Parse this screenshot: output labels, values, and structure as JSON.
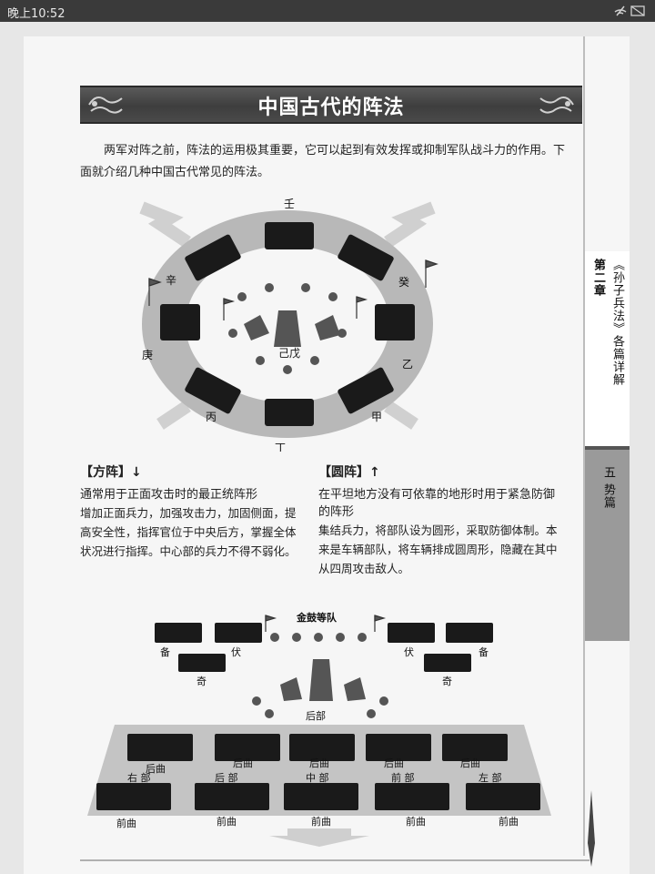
{
  "status_bar": {
    "time": "晚上10:52",
    "icons": [
      "no-signal-icon"
    ]
  },
  "page": {
    "title": "中国古代的阵法",
    "intro": "两军对阵之前，阵法的运用极其重要，它可以起到有效发挥或抑制军队战斗力的作用。下面就介绍几种中国古代常见的阵法。"
  },
  "side_tab": {
    "chapter": "第二章",
    "book": "《孙子兵法》各篇详解",
    "section": "五 势篇"
  },
  "circle_formation": {
    "labels": {
      "ren": "壬",
      "gui": "癸",
      "yi": "乙",
      "jia": "甲",
      "ding": "丁",
      "bing": "丙",
      "geng": "庚",
      "xin": "辛",
      "center": "己戊"
    }
  },
  "square_formation": {
    "heading": "【方阵】↓",
    "subtitle": "通常用于正面攻击时的最正统阵形",
    "body": "增加正面兵力，加强攻击力，加固侧面，提高安全性，指挥官位于中央后方，掌握全体状况进行指挥。中心部的兵力不得不弱化。"
  },
  "round_formation": {
    "heading": "【圆阵】↑",
    "subtitle": "在平坦地方没有可依靠的地形时用于紧急防御的阵形",
    "body": "集结兵力，将部队设为圆形，采取防御体制。本来是车辆部队，将车辆排成圆周形，隐藏在其中从四周攻击敌人。"
  },
  "bottom_formation": {
    "drum_unit": "金鼓等队",
    "ambush_left": "伏",
    "ambush_right": "伏",
    "reserve_left": "备",
    "reserve_right": "备",
    "surprise_left": "奇",
    "surprise_right": "奇",
    "rear_unit": "后部",
    "rear_qu": "后曲",
    "front_qu": "前曲",
    "right_bu": "右 部",
    "rear_bu": "后 部",
    "center_bu": "中 部",
    "front_bu": "前 部",
    "left_bu": "左 部"
  },
  "colors": {
    "banner": "#4a4a4a",
    "ring": "#b8b8b8",
    "soldier": "#1a1a1a",
    "field": "#c4c4c4"
  }
}
